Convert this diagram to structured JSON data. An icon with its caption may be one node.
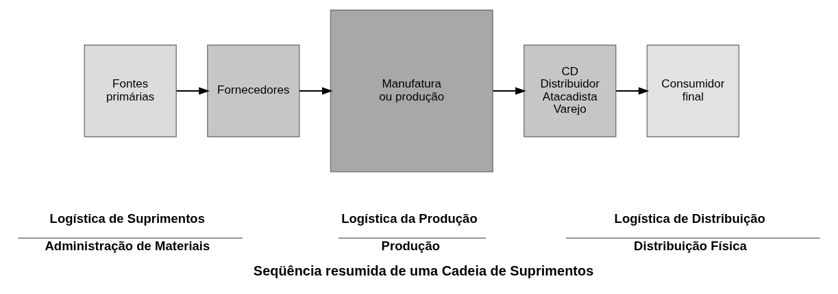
{
  "diagram": {
    "caption": "Seqüência resumida de uma Cadeia de Suprimentos",
    "nodes": [
      {
        "text": [
          "Fontes primárias"
        ]
      },
      {
        "text": [
          "Fornecedores"
        ]
      },
      {
        "text": [
          "Manufatura ou produção"
        ]
      },
      {
        "text": [
          "CD Distribuidor Atacadista Varejo"
        ]
      },
      {
        "text": [
          "Consumidor final"
        ]
      }
    ],
    "edges": [
      {
        "from": 0,
        "to": 1,
        "arrow": "to"
      },
      {
        "from": 1,
        "to": 2,
        "arrow": "to"
      },
      {
        "from": 2,
        "to": 3,
        "arrow": "to"
      },
      {
        "from": 3,
        "to": 4,
        "arrow": "to"
      }
    ],
    "labels": [
      "Logística de Suprimentos",
      "Logística da Produção",
      "Logística de Distribuição",
      "Administração de Materiais",
      "Produção",
      "Distribuição Física"
    ]
  }
}
